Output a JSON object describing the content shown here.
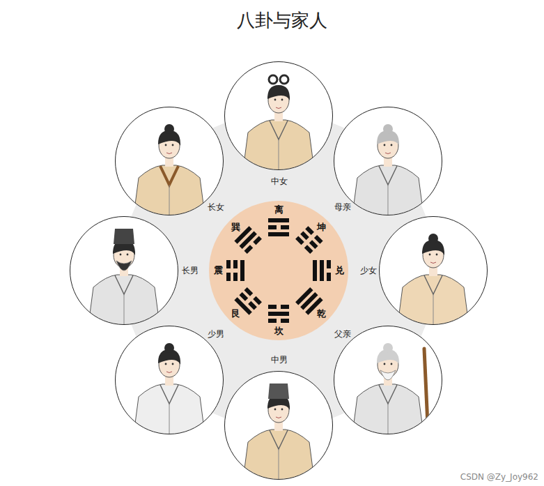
{
  "diagram": {
    "title": "八卦与家人",
    "nodes": [
      {
        "text": [
          "中女"
        ]
      },
      {
        "text": [
          "母亲"
        ]
      },
      {
        "text": [
          "少女"
        ]
      },
      {
        "text": [
          "父亲"
        ]
      },
      {
        "text": [
          "中男"
        ]
      },
      {
        "text": [
          "少男"
        ]
      },
      {
        "text": [
          "长男"
        ]
      },
      {
        "text": [
          "长女"
        ]
      },
      {
        "text": [
          "离",
          "坤",
          "兑",
          "乾",
          "坎",
          "艮",
          "震",
          "巽"
        ]
      }
    ],
    "labels": [
      "CSDN @Zy_Joy962"
    ]
  }
}
